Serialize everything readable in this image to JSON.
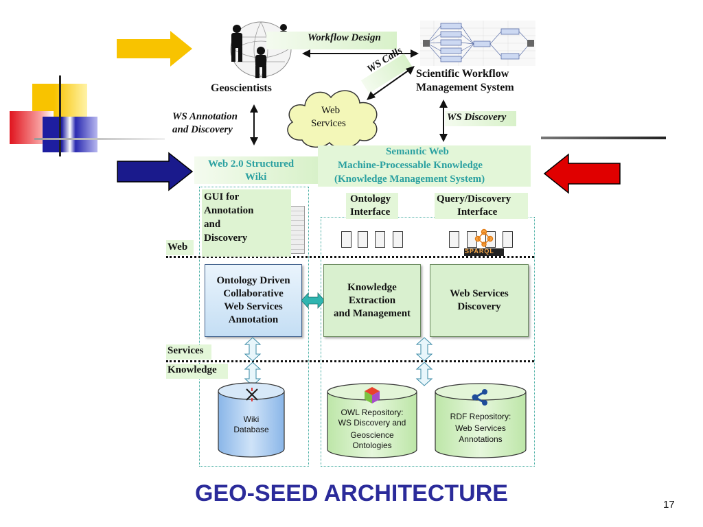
{
  "top": {
    "geoscientists": "Geoscientists",
    "workflow_design": "Workflow Design",
    "ws_calls": "WS Calls",
    "swms_line1": "Scientific Workflow",
    "swms_line2": "Management System",
    "web_services_line1": "Web",
    "web_services_line2": "Services",
    "ws_annotation_line1": "WS Annotation",
    "ws_annotation_line2": "and Discovery",
    "ws_discovery": "WS Discovery"
  },
  "middle": {
    "wiki_line1": "Web 2.0 Structured",
    "wiki_line2": "Wiki",
    "semantic_line1": "Semantic Web",
    "semantic_line2": "Machine-Processable Knowledge",
    "semantic_line3": "(Knowledge Management System)"
  },
  "layers": {
    "web": "Web",
    "services": "Services",
    "knowledge": "Knowledge"
  },
  "left_column": {
    "gui_line1": "GUI for",
    "gui_line2": "Annotation",
    "gui_line3": "and",
    "gui_line4": "Discovery",
    "annot_line1": "Ontology Driven",
    "annot_line2": "Collaborative",
    "annot_line3": "Web Services",
    "annot_line4": "Annotation",
    "wiki_db_line1": "Wiki",
    "wiki_db_line2": "Database"
  },
  "right_column": {
    "ontology_if_line1": "Ontology",
    "ontology_if_line2": "Interface",
    "query_if_line1": "Query/Discovery",
    "query_if_line2": "Interface",
    "sparql": "SPARQL",
    "kem_line1": "Knowledge",
    "kem_line2": "Extraction",
    "kem_line3": "and Management",
    "wsd_line1": "Web Services",
    "wsd_line2": "Discovery",
    "owl_line1": "OWL Repository:",
    "owl_line2": "WS Discovery and",
    "owl_line3": "Geoscience",
    "owl_line4": "Ontologies",
    "rdf_line1": "RDF Repository:",
    "rdf_line2": "Web Services",
    "rdf_line3": "Annotations"
  },
  "slide": {
    "title": "GEO-SEED ARCHITECTURE",
    "page_number": "17"
  },
  "colors": {
    "title": "#2b2b9a",
    "arrow_yellow": "#f8c300",
    "arrow_blue": "#1a1a8c",
    "arrow_red": "#e00000",
    "node_green": "#d9f0cf",
    "cloud_yellow": "#f3f7b8",
    "dotted_teal": "#3aa89c"
  },
  "icons": [
    "arrow-right-icon",
    "arrow-left-icon",
    "globe-people-icon",
    "workflow-thumbnail-icon",
    "cloud-icon",
    "database-icon",
    "owl-cube-icon",
    "rdf-graph-icon",
    "wiki-x-icon",
    "double-arrow-icon"
  ]
}
